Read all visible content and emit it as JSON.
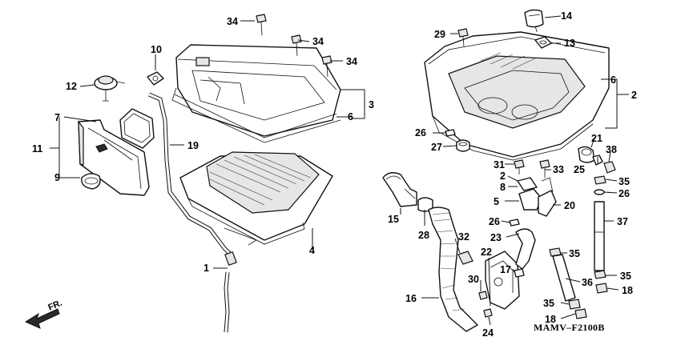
{
  "diagram": {
    "drawing_code": "MAMV–F2100B",
    "direction_label": "FR.",
    "callouts": {
      "c1": "1",
      "c2a": "2",
      "c2b": "2",
      "c3": "3",
      "c5": "5",
      "c6a": "6",
      "c6b": "6",
      "c7": "7",
      "c8": "8",
      "c9": "9",
      "c10": "10",
      "c11": "11",
      "c12": "12",
      "c13": "13",
      "c14": "14",
      "c15": "15",
      "c16": "16",
      "c17": "17",
      "c18a": "18",
      "c18b": "18",
      "c19": "19",
      "c20": "20",
      "c21": "21",
      "c22": "22",
      "c23": "23",
      "c24": "24",
      "c25": "25",
      "c26a": "26",
      "c26b": "26",
      "c26c": "26",
      "c27": "27",
      "c28": "28",
      "c29": "29",
      "c30": "30",
      "c31": "31",
      "c32": "32",
      "c33": "33",
      "c34a": "34",
      "c34b": "34",
      "c34c": "34",
      "c35a": "35",
      "c35b": "35",
      "c35c": "35",
      "c35d": "35",
      "c36": "36",
      "c37": "37",
      "c38": "38",
      "c4": "4"
    }
  }
}
